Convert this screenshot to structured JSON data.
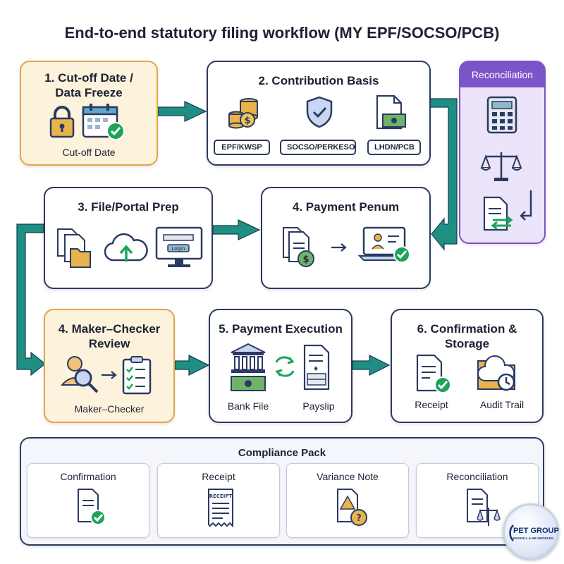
{
  "title": "End-to-end statutory filing workflow (MY EPF/SOCSO/PCB)",
  "steps": {
    "cutoff": {
      "title_line1": "1. Cut-off Date /",
      "title_line2": "Data Freeze",
      "caption": "Cut-off Date"
    },
    "contribution": {
      "title": "2. Contribution Basis",
      "tags": [
        "EPF/KWSP",
        "SOCSO/PERKESO",
        "LHDN/PCB"
      ]
    },
    "reconciliation": {
      "title": "Reconciliation"
    },
    "portal": {
      "title": "3. File/Portal Prep",
      "login_label": "Login"
    },
    "payment_penum": {
      "title": "4. Payment Penum"
    },
    "maker_checker": {
      "title_line1": "4. Maker–Checker",
      "title_line2": "Review",
      "caption": "Maker–Checker"
    },
    "execution": {
      "title": "5. Payment Execution",
      "left_caption": "Bank File",
      "right_caption": "Payslip"
    },
    "confirmation": {
      "title_line1": "6. Confirmation &",
      "title_line2": "Storage",
      "left_caption": "Receipt",
      "right_caption": "Audit Trail"
    }
  },
  "compliance_pack": {
    "title": "Compliance Pack",
    "cards": [
      "Confirmation",
      "Receipt",
      "Variance Note",
      "Reconciliation"
    ],
    "receipt_icon_text": "RECEIPT"
  },
  "brand": {
    "name": "PET GROUP",
    "subtitle": "PAYROLL & HR SERVICES"
  },
  "colors": {
    "arrow": "#1f8f84",
    "navy": "#2b3a63",
    "orange": "#e1a649",
    "purple": "#7b54c9",
    "check": "#1ea35b"
  }
}
